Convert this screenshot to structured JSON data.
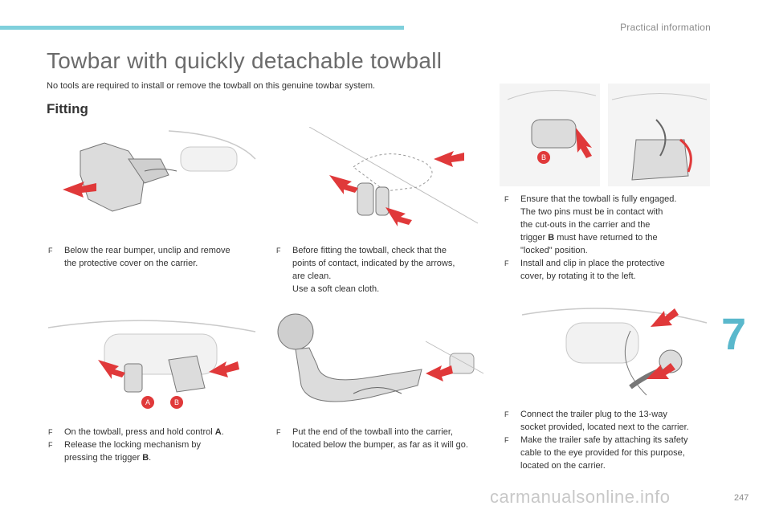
{
  "header": {
    "section_name": "Practical information"
  },
  "title": "Towbar with quickly detachable towball",
  "subtitle": "No tools are required to install or remove the towball on this genuine towbar system.",
  "section_heading": "Fitting",
  "chapter_number": "7",
  "page_number": "247",
  "watermark": "carmanualsonline.info",
  "bullet_glyph": "F",
  "callouts": {
    "a": "A",
    "b": "B"
  },
  "steps": {
    "s1": {
      "line1": "Below the rear bumper, unclip and remove",
      "line2": "the protective cover on the carrier."
    },
    "s2": {
      "line1": "Before fitting the towball, check that the",
      "line2": "points of contact, indicated by the arrows,",
      "line3": "are clean.",
      "line4": "Use a soft clean cloth."
    },
    "s3": {
      "line1": "Ensure that the towball is fully engaged.",
      "line2": "The two pins must be in contact with",
      "line3": "the cut-outs in the carrier and the",
      "line4_pre": "trigger ",
      "line4_bold": "B",
      "line4_post": " must have returned to the",
      "line5": "\"locked\" position."
    },
    "s4": {
      "line1": "Install and clip in place the protective",
      "line2": "cover, by rotating it to the left."
    },
    "s5": {
      "line1_pre": "On the towball, press and hold control ",
      "line1_bold": "A",
      "line1_post": "."
    },
    "s6": {
      "line1": "Release the locking mechanism by",
      "line2_pre": "pressing the trigger ",
      "line2_bold": "B",
      "line2_post": "."
    },
    "s7": {
      "line1": "Put the end of the towball into the carrier,",
      "line2": "located below the bumper, as far as it will go."
    },
    "s8": {
      "line1": "Connect the trailer plug to the 13-way",
      "line2": "socket provided, located next to the carrier."
    },
    "s9": {
      "line1": "Make the trailer safe by attaching its safety",
      "line2": "cable to the eye provided for this purpose,",
      "line3": "located on the carrier."
    }
  },
  "colors": {
    "accent_bar": "#7fd0dc",
    "chapter": "#5ab8cc",
    "arrow": "#e0393a",
    "callout": "#e0393a"
  }
}
